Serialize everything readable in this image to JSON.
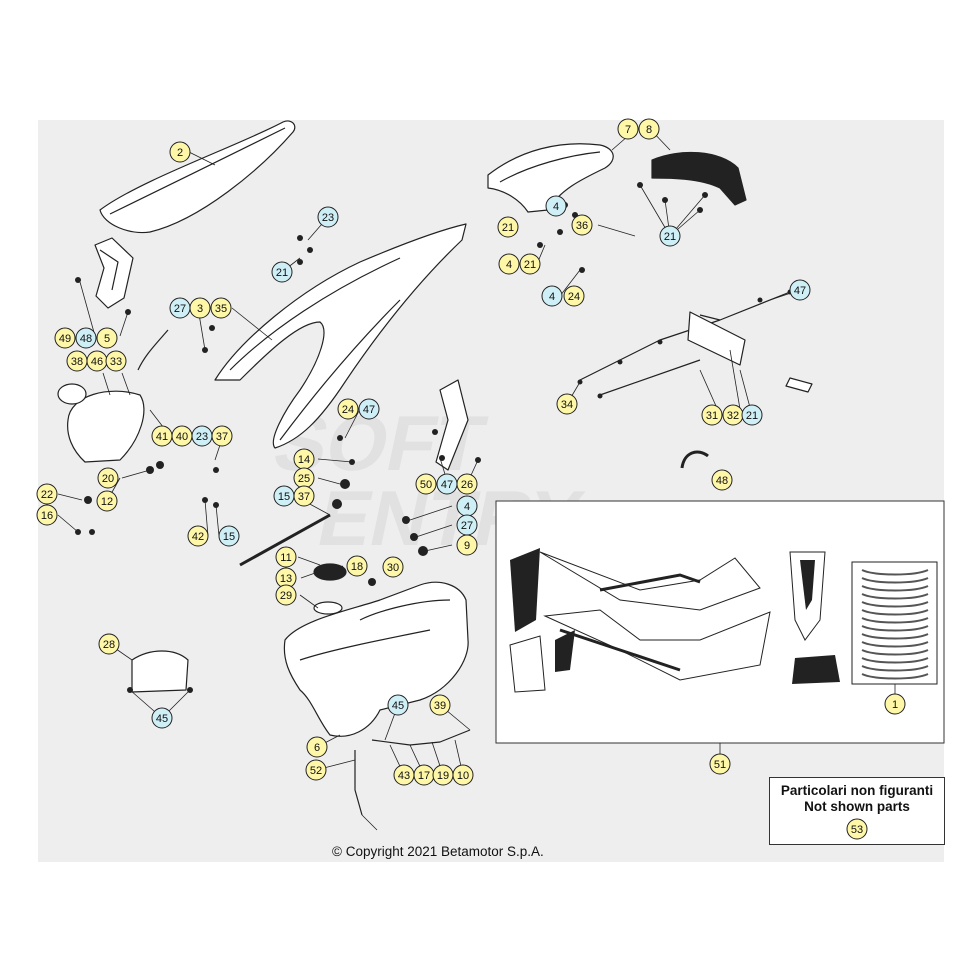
{
  "diagram": {
    "copyright": "© Copyright 2021 Betamotor S.p.A.",
    "not_shown_box": {
      "line_it": "Particolari non figuranti",
      "line_en": "Not shown parts",
      "ref": "53"
    },
    "watermark": "SOFT ENTRY",
    "colors": {
      "yellow_badge": "#fff7a8",
      "blue_badge": "#cfeff7",
      "badge_border": "#222222",
      "line": "#222222",
      "panel": "#eeeeee",
      "dark_part": "#1a1a1a"
    },
    "callouts": [
      {
        "label": "2",
        "color": "yellow"
      },
      {
        "label": "7",
        "color": "yellow"
      },
      {
        "label": "8",
        "color": "yellow"
      },
      {
        "label": "23",
        "color": "blue"
      },
      {
        "label": "21",
        "color": "yellow"
      },
      {
        "label": "21",
        "color": "blue"
      },
      {
        "label": "4",
        "color": "blue"
      },
      {
        "label": "36",
        "color": "yellow"
      },
      {
        "label": "21",
        "color": "blue"
      },
      {
        "label": "4",
        "color": "yellow"
      },
      {
        "label": "21",
        "color": "yellow"
      },
      {
        "label": "4",
        "color": "blue"
      },
      {
        "label": "24",
        "color": "yellow"
      },
      {
        "label": "27",
        "color": "blue"
      },
      {
        "label": "3",
        "color": "yellow"
      },
      {
        "label": "35",
        "color": "yellow"
      },
      {
        "label": "47",
        "color": "blue"
      },
      {
        "label": "49",
        "color": "yellow"
      },
      {
        "label": "48",
        "color": "blue"
      },
      {
        "label": "5",
        "color": "yellow"
      },
      {
        "label": "38",
        "color": "yellow"
      },
      {
        "label": "46",
        "color": "yellow"
      },
      {
        "label": "33",
        "color": "yellow"
      },
      {
        "label": "34",
        "color": "yellow"
      },
      {
        "label": "31",
        "color": "yellow"
      },
      {
        "label": "32",
        "color": "yellow"
      },
      {
        "label": "21",
        "color": "blue"
      },
      {
        "label": "24",
        "color": "yellow"
      },
      {
        "label": "47",
        "color": "blue"
      },
      {
        "label": "41",
        "color": "yellow"
      },
      {
        "label": "40",
        "color": "yellow"
      },
      {
        "label": "23",
        "color": "blue"
      },
      {
        "label": "37",
        "color": "yellow"
      },
      {
        "label": "14",
        "color": "yellow"
      },
      {
        "label": "25",
        "color": "yellow"
      },
      {
        "label": "20",
        "color": "yellow"
      },
      {
        "label": "48",
        "color": "yellow"
      },
      {
        "label": "50",
        "color": "yellow"
      },
      {
        "label": "47",
        "color": "blue"
      },
      {
        "label": "26",
        "color": "yellow"
      },
      {
        "label": "22",
        "color": "yellow"
      },
      {
        "label": "12",
        "color": "yellow"
      },
      {
        "label": "15",
        "color": "blue"
      },
      {
        "label": "37",
        "color": "yellow"
      },
      {
        "label": "4",
        "color": "blue"
      },
      {
        "label": "16",
        "color": "yellow"
      },
      {
        "label": "27",
        "color": "blue"
      },
      {
        "label": "42",
        "color": "yellow"
      },
      {
        "label": "15",
        "color": "blue"
      },
      {
        "label": "9",
        "color": "yellow"
      },
      {
        "label": "11",
        "color": "yellow"
      },
      {
        "label": "18",
        "color": "yellow"
      },
      {
        "label": "30",
        "color": "yellow"
      },
      {
        "label": "13",
        "color": "yellow"
      },
      {
        "label": "29",
        "color": "yellow"
      },
      {
        "label": "28",
        "color": "yellow"
      },
      {
        "label": "45",
        "color": "blue"
      },
      {
        "label": "45",
        "color": "blue"
      },
      {
        "label": "39",
        "color": "yellow"
      },
      {
        "label": "1",
        "color": "yellow"
      },
      {
        "label": "6",
        "color": "yellow"
      },
      {
        "label": "43",
        "color": "yellow"
      },
      {
        "label": "17",
        "color": "yellow"
      },
      {
        "label": "19",
        "color": "yellow"
      },
      {
        "label": "10",
        "color": "yellow"
      },
      {
        "label": "52",
        "color": "yellow"
      },
      {
        "label": "51",
        "color": "yellow"
      }
    ]
  }
}
